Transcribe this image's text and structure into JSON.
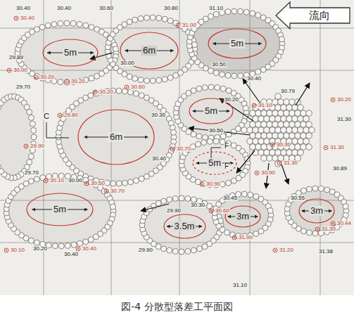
{
  "diagram": {
    "caption": "図-4 分散型落差工平面図",
    "nodes": [
      {
        "text": [
          "流向"
        ]
      },
      {
        "text": [
          "5m"
        ]
      },
      {
        "text": [
          "6m"
        ]
      },
      {
        "text": [
          "5m"
        ]
      },
      {
        "text": [
          "5m"
        ]
      },
      {
        "text": [
          "6m"
        ]
      },
      {
        "text": [
          "5m"
        ]
      },
      {
        "text": [
          "5m"
        ]
      },
      {
        "text": [
          "3.5m"
        ]
      },
      {
        "text": [
          "3m"
        ]
      },
      {
        "text": [
          "3m"
        ]
      }
    ],
    "labels": [
      "30.40",
      "30.40",
      "30.60",
      "30.80",
      "31.10",
      "30.40",
      "31.00",
      "29.89",
      "30.00",
      "30.50",
      "30.00",
      "29.70",
      "30.20",
      "30.20",
      "30.20",
      "30.60",
      "30.40",
      "30.79",
      "30.20",
      "30.20",
      "31.10",
      "29.80",
      "30.30",
      "30.50",
      "31.30",
      "29.90",
      "30.70",
      "30.30",
      "31.30",
      "30.40",
      "30.90",
      "31.30",
      "30.89",
      "29.70",
      "30.10",
      "30.00",
      "30.50",
      "30.70",
      "30.90",
      "30.45",
      "30.55",
      "31.30",
      "29.90",
      "30.30",
      "30.60",
      "31.00",
      "30.44",
      "30.10",
      "30.20",
      "30.40",
      "30.40",
      "29.90",
      "31.20",
      "31.38",
      "31.10",
      "C",
      "F",
      "F'"
    ]
  }
}
